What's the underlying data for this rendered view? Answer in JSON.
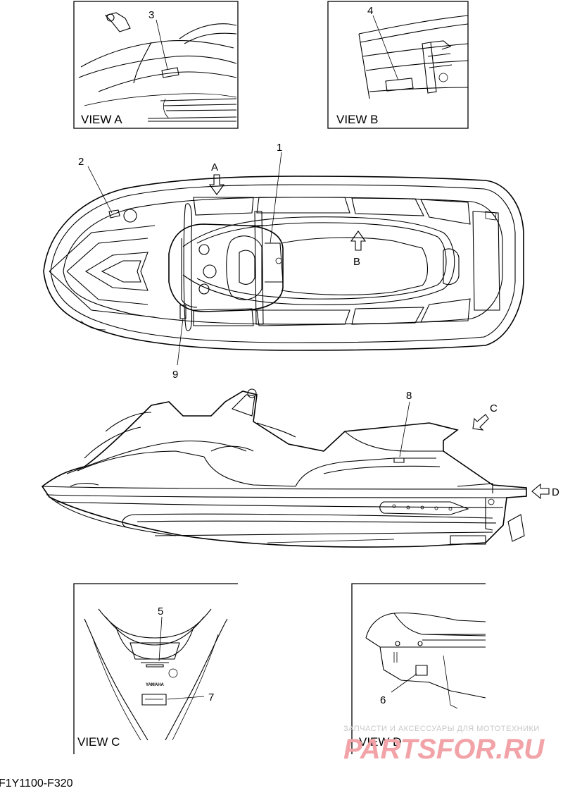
{
  "callouts": [
    "1",
    "2",
    "3",
    "4",
    "5",
    "6",
    "7",
    "8",
    "9"
  ],
  "views": {
    "a": "VIEW A",
    "b": "VIEW B",
    "c": "VIEW C",
    "d": "VIEW D"
  },
  "arrow_letters": {
    "a": "A",
    "b": "B",
    "c": "C",
    "d": "D"
  },
  "figure_code": "F1Y1100-F320",
  "brand_mark": "YAMAHA",
  "watermark": {
    "line1": "ЗАПЧАСТИ И АКСЕССУАРЫ ДЛЯ МОТОТЕХНИКИ",
    "line2": "PARTSFOR.RU"
  }
}
